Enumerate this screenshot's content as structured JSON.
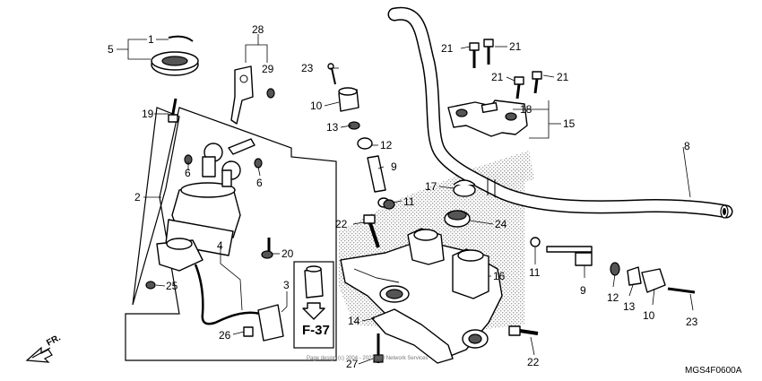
{
  "callouts": {
    "c1": "1",
    "c2": "2",
    "c3": "3",
    "c4": "4",
    "c5": "5",
    "c6a": "6",
    "c6b": "6",
    "c8": "8",
    "c9a": "9",
    "c9b": "9",
    "c10a": "10",
    "c10b": "10",
    "c11a": "11",
    "c11b": "11",
    "c12a": "12",
    "c12b": "12",
    "c13a": "13",
    "c13b": "13",
    "c14": "14",
    "c15": "15",
    "c16": "16",
    "c17": "17",
    "c18": "18",
    "c19": "19",
    "c20": "20",
    "c21a": "21",
    "c21b": "21",
    "c21c": "21",
    "c21d": "21",
    "c22a": "22",
    "c22b": "22",
    "c23a": "23",
    "c23b": "23",
    "c24": "24",
    "c25": "25",
    "c26": "26",
    "c27": "27",
    "c28": "28",
    "c29": "29"
  },
  "reference_label": "F-37",
  "direction_label": "FR.",
  "diagram_code": "MGS4F0600A",
  "copyright_text": "Page design (c) 2004 - 2022 ARI Network Services",
  "colors": {
    "line": "#000000",
    "stipple": "#9a9a9a",
    "background": "#ffffff"
  }
}
